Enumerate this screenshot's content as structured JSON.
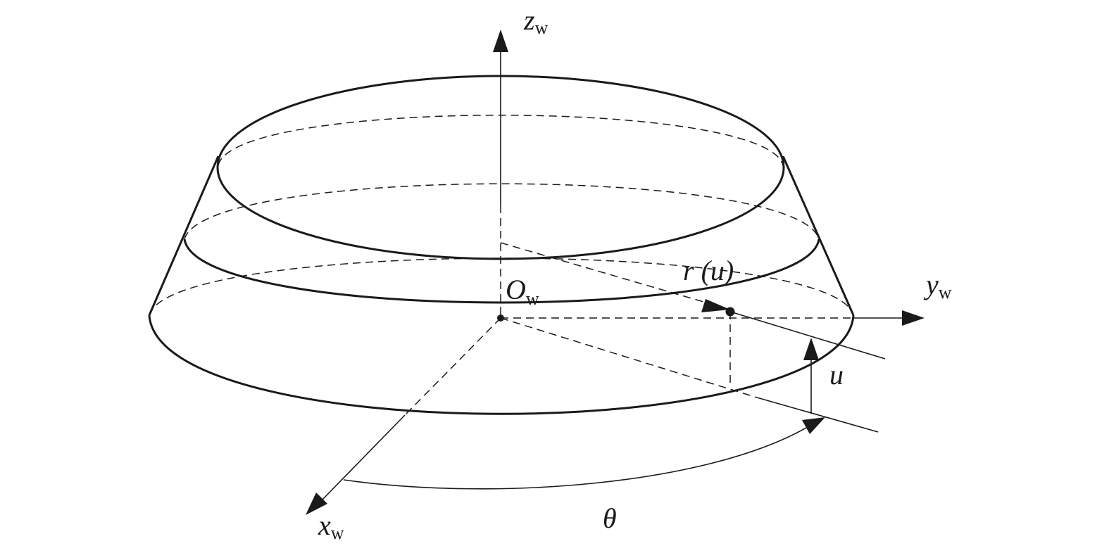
{
  "labels": {
    "z_axis": {
      "main": "z",
      "sub": "w"
    },
    "y_axis": {
      "main": "y",
      "sub": "w"
    },
    "x_axis": {
      "main": "x",
      "sub": "w"
    },
    "origin": {
      "main": "O",
      "sub": "w"
    },
    "radius": "r (u)",
    "height": "u",
    "angle": "θ"
  },
  "colors": {
    "line": "#1a1a1a",
    "background": "#ffffff"
  }
}
